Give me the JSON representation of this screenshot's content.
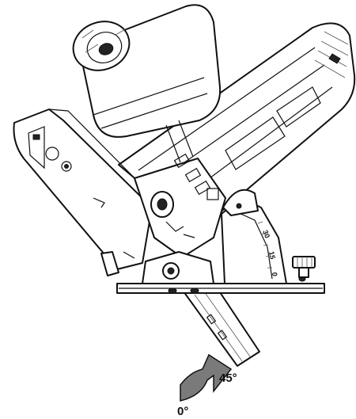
{
  "illustration": {
    "angle_start": "0°",
    "angle_end": "45°",
    "scale_labels": [
      "30",
      "15",
      "0"
    ],
    "colors": {
      "line": "#111111",
      "arrow_fill": "#7a7a7a",
      "background": "#ffffff"
    }
  }
}
